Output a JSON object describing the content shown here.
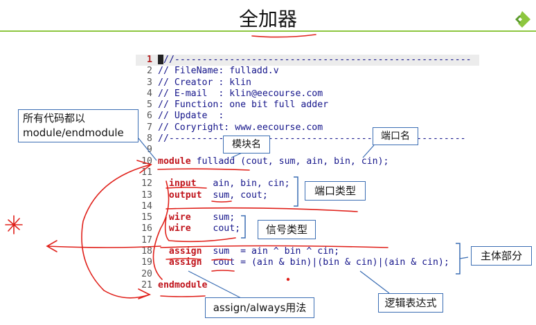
{
  "slide": {
    "title": "全加器",
    "accent_color": "#8dc63f",
    "logo_icon": "eecourse-logo-icon"
  },
  "code": {
    "lines": [
      {
        "num": "1",
        "text": "//------------------------------------------------------"
      },
      {
        "num": "2",
        "text": "// FileName: fulladd.v"
      },
      {
        "num": "3",
        "text": "// Creator : klin"
      },
      {
        "num": "4",
        "text": "// E-mail  : klin@eecourse.com"
      },
      {
        "num": "5",
        "text": "// Function: one bit full adder"
      },
      {
        "num": "6",
        "text": "// Update  :"
      },
      {
        "num": "7",
        "text": "// Coryright: www.eecourse.com"
      },
      {
        "num": "8",
        "text": "//------------------------------------------------------"
      },
      {
        "num": "9",
        "text": ""
      },
      {
        "num": "10",
        "kw": "module",
        "rest": " fulladd (cout, sum, ain, bin, cin);"
      },
      {
        "num": "11",
        "text": ""
      },
      {
        "num": "12",
        "kw": "  input",
        "rest": "   ain, bin, cin;"
      },
      {
        "num": "13",
        "kw": "  output",
        "rest": "  sum, cout;"
      },
      {
        "num": "14",
        "text": ""
      },
      {
        "num": "15",
        "kw": "  wire",
        "rest": "    sum;"
      },
      {
        "num": "16",
        "kw": "  wire",
        "rest": "    cout;"
      },
      {
        "num": "17",
        "text": ""
      },
      {
        "num": "18",
        "kw": "  assign",
        "rest": "  sum  = ain ^ bin ^ cin;"
      },
      {
        "num": "19",
        "kw": "  assign",
        "rest": "  cout = (ain & bin)|(bin & cin)|(ain & cin);"
      },
      {
        "num": "20",
        "text": ""
      },
      {
        "num": "21",
        "kw": "endmodule",
        "rest": ""
      }
    ]
  },
  "annotations": {
    "module_endmodule": "所有代码都以\nmodule/endmodule",
    "module_name": "模块名",
    "port_name": "端口名",
    "port_type": "端口类型",
    "signal_type": "信号类型",
    "main_part": "主体部分",
    "assign_always": "assign/always用法",
    "logic_expr": "逻辑表达式"
  },
  "ink": {
    "color": "#e0201a",
    "bracket_color": "#3a6db3"
  }
}
